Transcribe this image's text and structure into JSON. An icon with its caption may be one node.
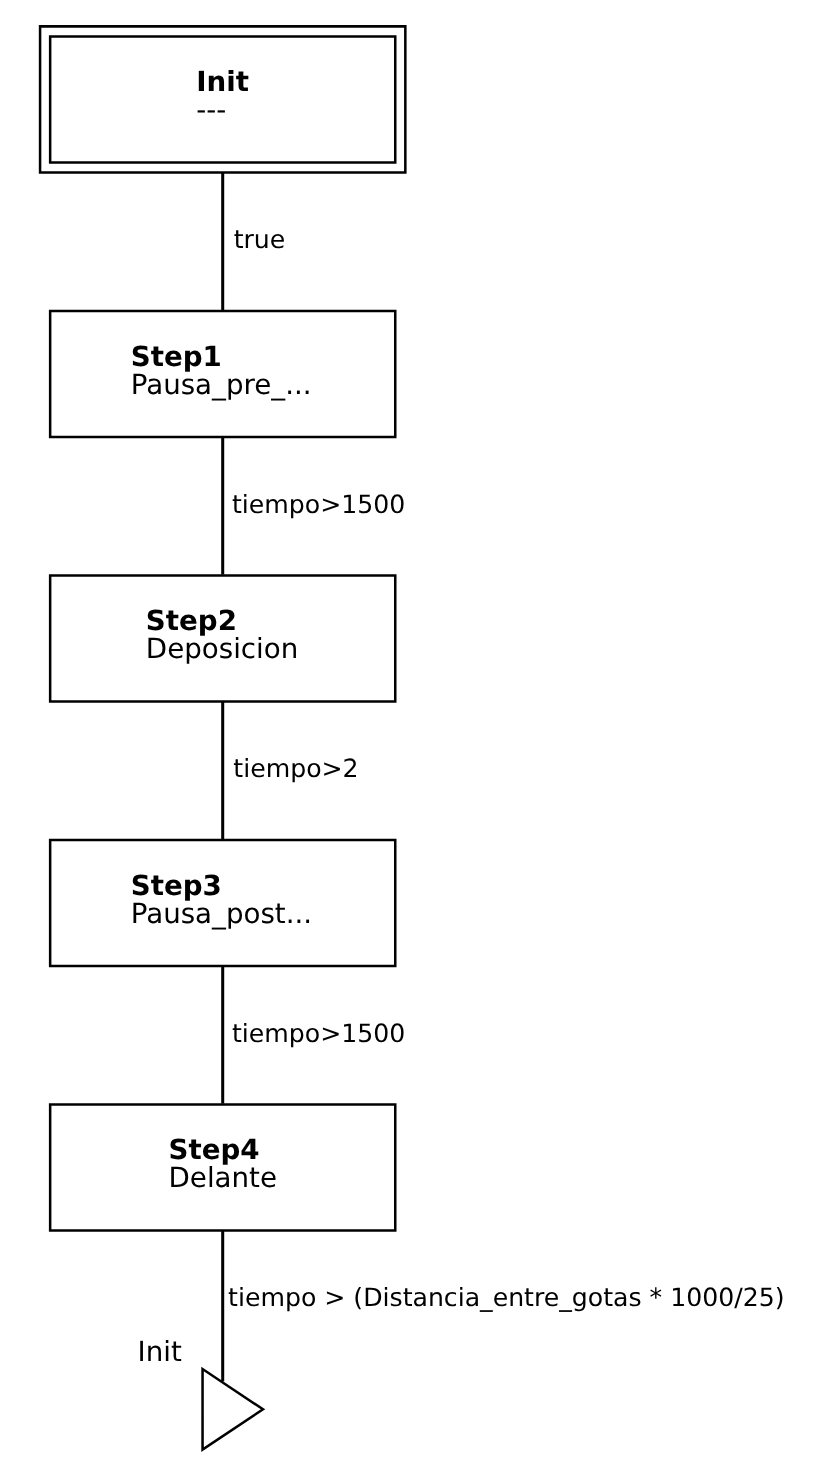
{
  "diagram": {
    "nodes": [
      {
        "text": [
          "Init",
          "---"
        ]
      },
      {
        "text": [
          "Step1",
          "Pausa_pre_..."
        ]
      },
      {
        "text": [
          "Step2",
          "Deposicion"
        ]
      },
      {
        "text": [
          "Step3",
          "Pausa_post..."
        ]
      },
      {
        "text": [
          "Step4",
          "Delante"
        ]
      },
      {
        "text": [],
        "shape": "triangle",
        "beside": [
          "Init"
        ]
      }
    ],
    "edges": [
      {
        "from": 0,
        "to": 1,
        "arrow": "none",
        "label": "true"
      },
      {
        "from": 1,
        "to": 2,
        "arrow": "none",
        "label": "tiempo>1500"
      },
      {
        "from": 2,
        "to": 3,
        "arrow": "none",
        "label": "tiempo>2"
      },
      {
        "from": 3,
        "to": 4,
        "arrow": "none",
        "label": "tiempo>1500"
      },
      {
        "from": 4,
        "to": 5,
        "arrow": "none",
        "label": "tiempo > (Distancia_entre_gotas * 1000/25)"
      }
    ]
  }
}
